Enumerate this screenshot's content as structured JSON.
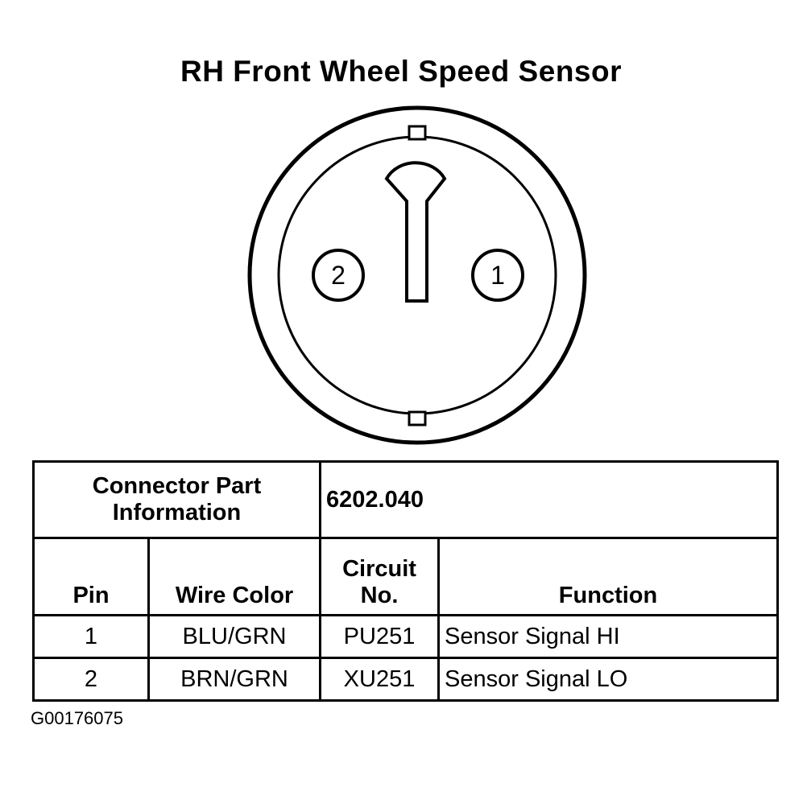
{
  "title": "RH Front Wheel Speed Sensor",
  "connector": {
    "pins": [
      {
        "label": "2"
      },
      {
        "label": "1"
      }
    ]
  },
  "table": {
    "part_info_label_line1": "Connector Part",
    "part_info_label_line2": "Information",
    "part_number": "6202.040",
    "headers": {
      "pin": "Pin",
      "wire_color": "Wire Color",
      "circuit_line1": "Circuit",
      "circuit_line2": "No.",
      "function": "Function"
    },
    "rows": [
      {
        "pin": "1",
        "wire_color": "BLU/GRN",
        "circuit": "PU251",
        "function": "Sensor Signal HI"
      },
      {
        "pin": "2",
        "wire_color": "BRN/GRN",
        "circuit": "XU251",
        "function": "Sensor Signal LO"
      }
    ]
  },
  "figure_code": "G00176075"
}
